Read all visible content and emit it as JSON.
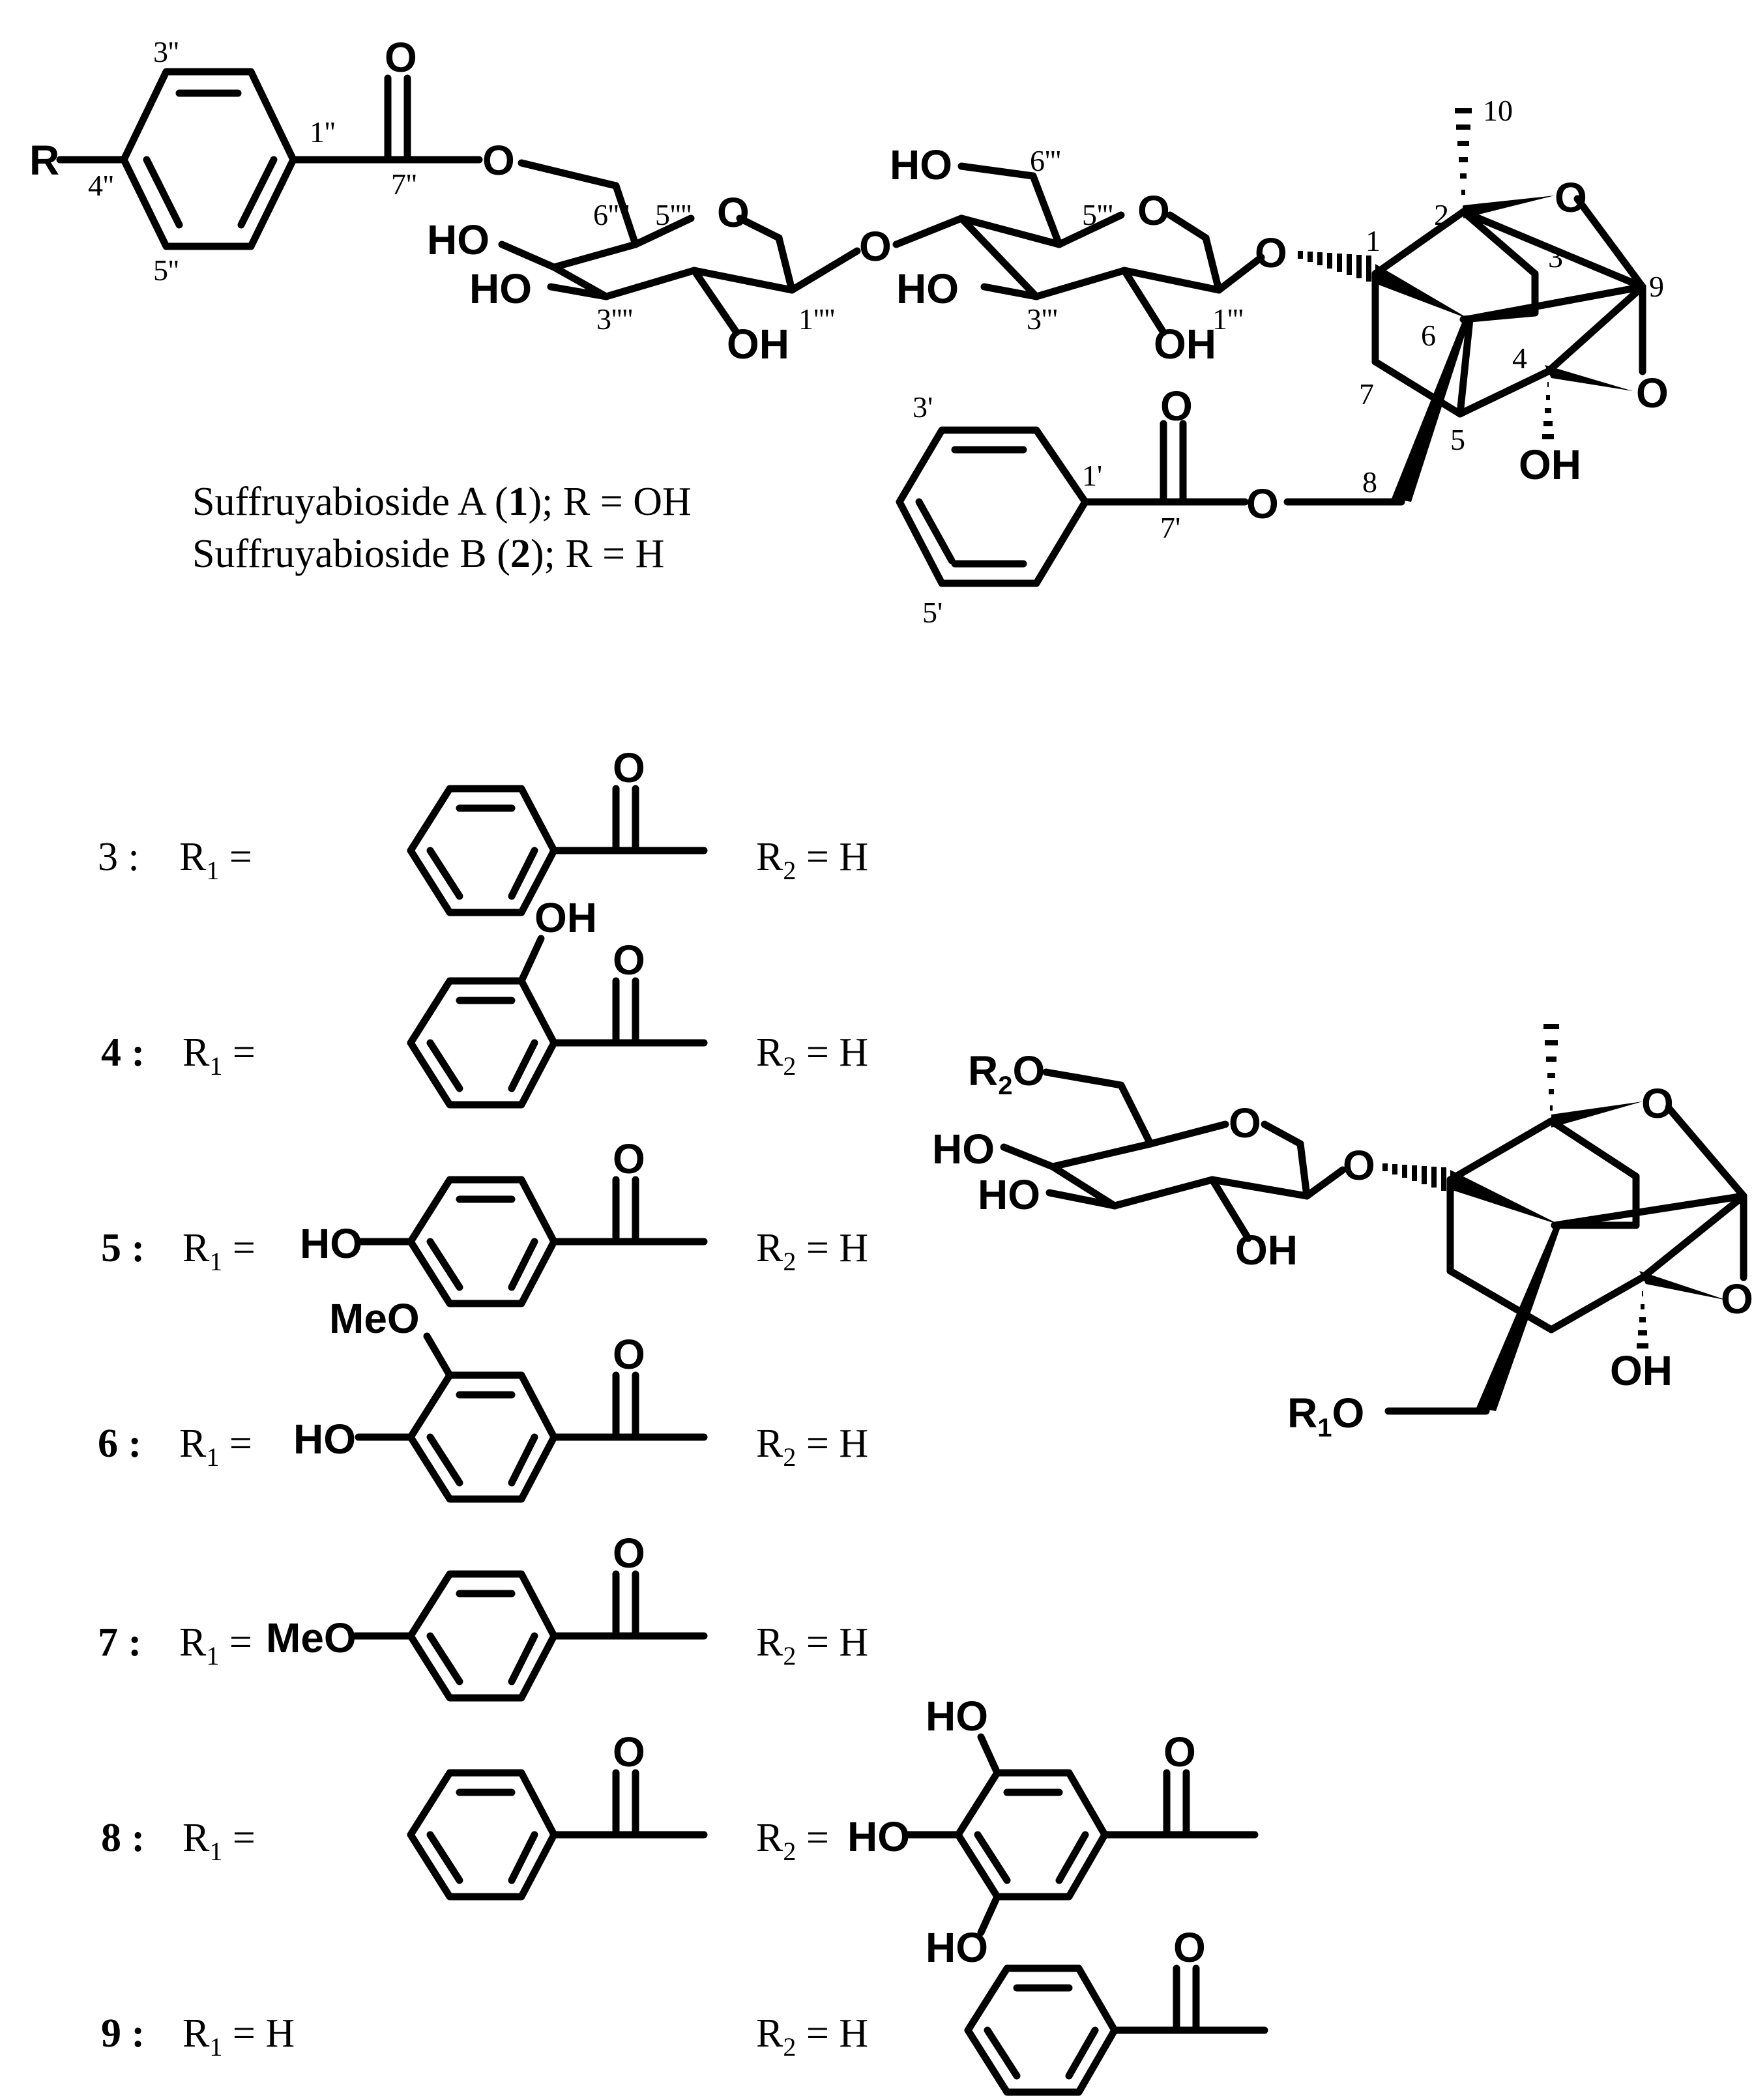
{
  "compound_1_2": {
    "caption_1": {
      "name": "Suffruyabioside A (",
      "num": "1",
      "rest": "); R = OH"
    },
    "caption_2": {
      "name": "Suffruyabioside B (",
      "num": "2",
      "rest": "); R = H"
    },
    "atoms": {
      "R": "R",
      "O_carbonyl_aroyl": "O",
      "O_ester_aroyl": "O",
      "O_ring_terminal_glc": "O",
      "HO_terminal_4": "HO",
      "HO_terminal_3": "HO",
      "OH_terminal_2": "OH",
      "O_glycosidic_inter": "O",
      "HO_inner_6": "HO",
      "O_ring_inner_glc": "O",
      "HO_inner_3": "HO",
      "OH_inner_2": "OH",
      "O_anomeric_aglycone": "O",
      "O_ether_top": "O",
      "O_ether_right": "O",
      "OH_C4": "OH",
      "O_carbonyl_benzoyl": "O",
      "O_ester_benzoyl": "O"
    },
    "locants": {
      "a3pp": "3''",
      "a4pp": "4''",
      "a5pp": "5''",
      "a1pp": "1''",
      "a7pp": "7''",
      "a6pppp": "6''''",
      "a5pppp": "5''''",
      "a3pppp": "3''''",
      "a1pppp": "1''''",
      "a6ppp": "6'''",
      "a5ppp": "5'''",
      "a3ppp": "3'''",
      "a1ppp": "1'''",
      "c1": "1",
      "c2": "2",
      "c3": "3",
      "c4": "4",
      "c5": "5",
      "c6": "6",
      "c7": "7",
      "c8": "8",
      "c9": "9",
      "c10": "10",
      "a3p": "3'",
      "a1p": "1'",
      "a7p": "7'",
      "a5p": "5'"
    }
  },
  "general_structure": {
    "atoms": {
      "R2O": "R",
      "R2O_sub": "2",
      "R2O_O": "O",
      "O_ring": "O",
      "HO_4": "HO",
      "HO_3": "HO",
      "OH_2": "OH",
      "O_anomeric": "O",
      "O_ether_top": "O",
      "O_ether_right": "O",
      "OH_C4": "OH",
      "R1O": "R",
      "R1O_sub": "1",
      "R1O_O": "O"
    }
  },
  "compounds": [
    {
      "num": "3",
      "bold": false,
      "r1_label": "R",
      "r1_sub": "1",
      "eq": " =",
      "r1_group": "benzoyl",
      "r2_label": "R",
      "r2_sub": "2",
      "r2_value": " = H"
    },
    {
      "num": "4",
      "bold": true,
      "r1_label": "R",
      "r1_sub": "1",
      "eq": " =",
      "r1_group": "2-hydroxybenzoyl",
      "r1_sub_text": "OH",
      "r2_label": "R",
      "r2_sub": "2",
      "r2_value": " = H"
    },
    {
      "num": "5",
      "bold": true,
      "r1_label": "R",
      "r1_sub": "1",
      "eq": " =",
      "r1_group": "4-hydroxybenzoyl",
      "r1_sub_text": "HO",
      "r2_label": "R",
      "r2_sub": "2",
      "r2_value": " = H"
    },
    {
      "num": "6",
      "bold": true,
      "r1_label": "R",
      "r1_sub": "1",
      "eq": " =",
      "r1_group": "4-hydroxy-3-methoxybenzoyl",
      "r1_sub_text": "HO",
      "r1_sub_text2": "MeO",
      "r2_label": "R",
      "r2_sub": "2",
      "r2_value": " = H"
    },
    {
      "num": "7",
      "bold": true,
      "r1_label": "R",
      "r1_sub": "1",
      "eq": " =",
      "r1_group": "4-methoxybenzoyl",
      "r1_sub_text": "MeO",
      "r2_label": "R",
      "r2_sub": "2",
      "r2_value": " = H"
    },
    {
      "num": "8",
      "bold": true,
      "r1_label": "R",
      "r1_sub": "1",
      "eq": " =",
      "r1_group": "benzoyl",
      "r2_label": "R",
      "r2_sub": "2",
      "r2_value": " =",
      "r2_group": "galloyl",
      "r2_sub_texts": [
        "HO",
        "HO",
        "HO"
      ]
    },
    {
      "num": "9",
      "bold": true,
      "r1_label": "R",
      "r1_sub": "1",
      "eq": " = H",
      "r2_label": "R",
      "r2_sub": "2",
      "r2_value": " = H",
      "r2_group": "benzoyl"
    }
  ],
  "carbonyl_O": "O",
  "colon": " :"
}
